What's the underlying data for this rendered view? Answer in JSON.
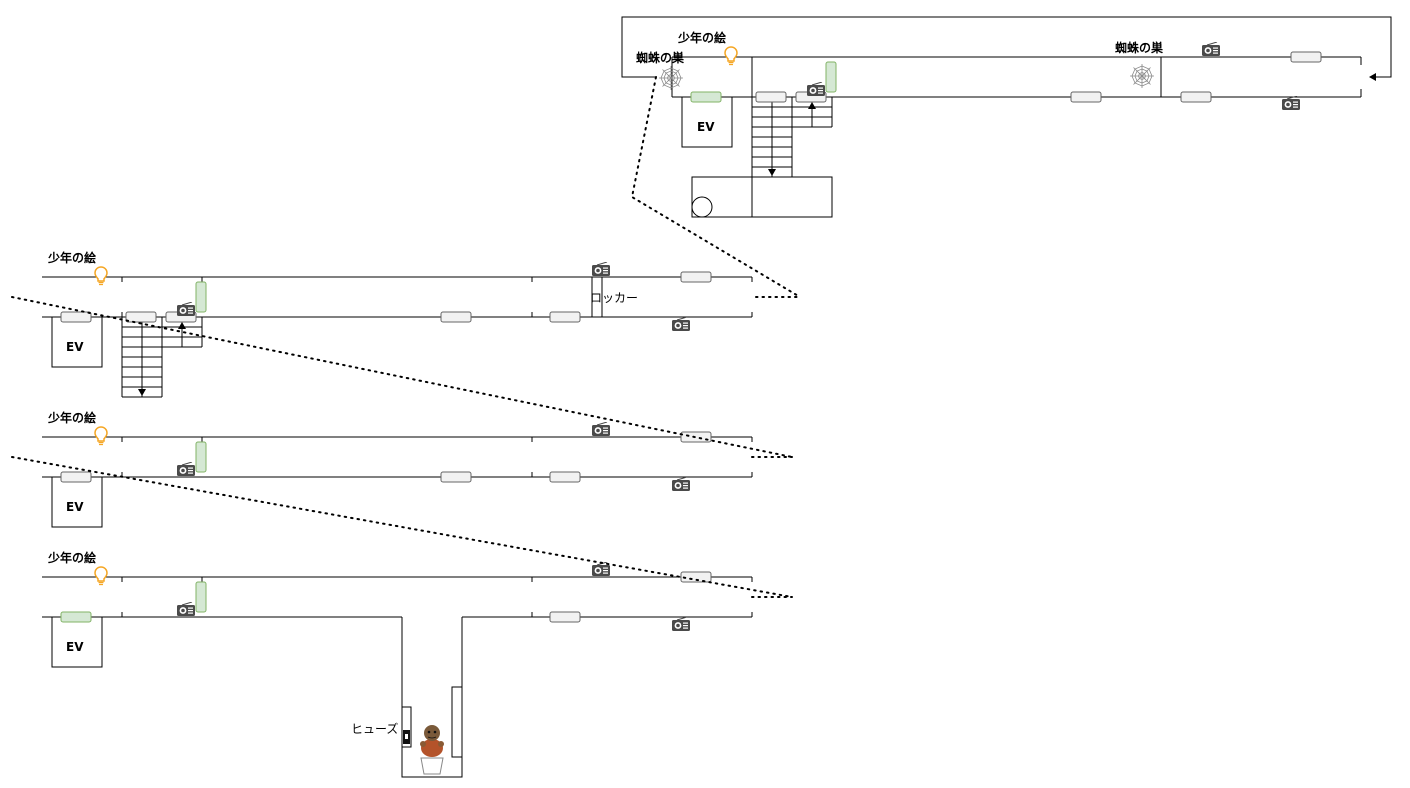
{
  "labels": {
    "boy_picture": "少年の絵",
    "spider_web": "蜘蛛の巣",
    "elevator": "EV",
    "locker": "ロッカー",
    "fuse": "ヒューズ"
  },
  "icons": {
    "radio": "radio-icon",
    "bulb": "light-bulb-icon",
    "spider": "spider-web-icon",
    "doll": "doll-icon"
  },
  "colors": {
    "line": "#000000",
    "door_fill": "#f2f2f2",
    "door_green": "#d5e8d4",
    "door_green_stroke": "#82b366",
    "bulb": "#f5a623",
    "icon_dark": "#4a4a4a"
  }
}
